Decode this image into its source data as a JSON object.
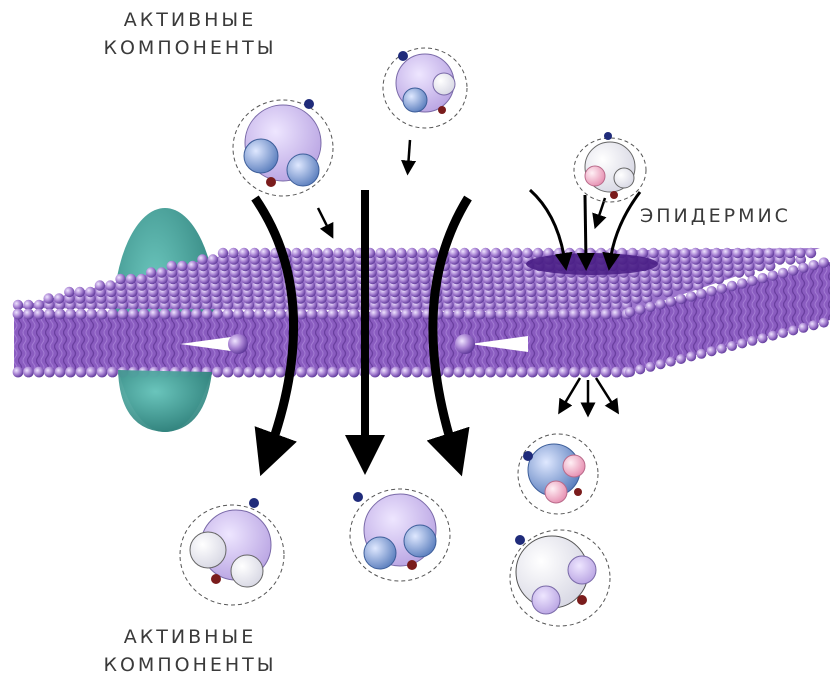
{
  "labels": {
    "top": {
      "line1": "АКТИВНЫЕ",
      "line2": "КОМПОНЕНТЫ"
    },
    "bottom": {
      "line1": "АКТИВНЫЕ",
      "line2": "КОМПОНЕНТЫ"
    },
    "right": "ЭПИДЕРМИС"
  },
  "colors": {
    "bead": "#a57fd1",
    "bead_dark": "#6a3fa0",
    "membrane_body": "#8a5cc0",
    "tail": "#7a4fb3",
    "protein": "#3d9e98",
    "patch": "#4a1f86",
    "arrow": "#000000",
    "molecule_main": "#c7b6ea",
    "molecule_blue": "#7f9fd0",
    "molecule_pink": "#f3b4cc",
    "dot_blue": "#1f2b7a",
    "dot_red": "#7a1c1c"
  }
}
